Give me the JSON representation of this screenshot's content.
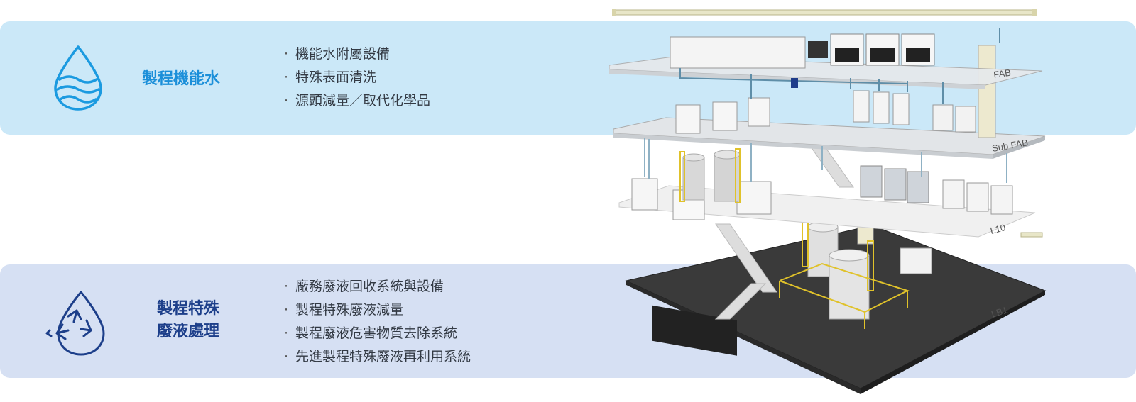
{
  "sections": [
    {
      "title": "製程機能水",
      "icon": "water-drop-icon",
      "accent": "#1b8fd9",
      "items": [
        "機能水附屬設備",
        "特殊表面清洗",
        "源頭減量／取代化學品"
      ]
    },
    {
      "title": "製程特殊\n廢液處理",
      "icon": "recycle-drop-icon",
      "accent": "#1d3f8a",
      "items": [
        "廠務廢液回收系統與設備",
        "製程特殊廢液減量",
        "製程廢液危害物質去除系統",
        "先進製程特殊廢液再利用系統"
      ]
    }
  ],
  "building": {
    "floors": [
      "FAB",
      "Sub FAB",
      "L10",
      "LB1"
    ]
  },
  "colors": {
    "top_band": "#cbe8f8",
    "bottom_band": "#d6e0f3"
  }
}
